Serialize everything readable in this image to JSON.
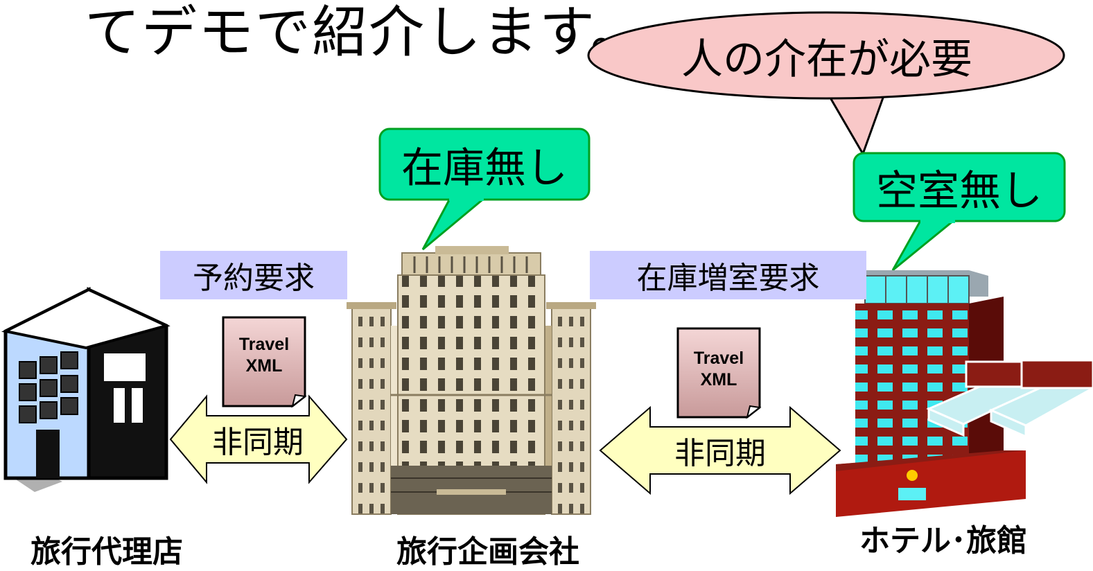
{
  "slide_top_text": "てデモで紹介します。",
  "callout_human": "人の介在が必要",
  "callout_no_stock": "在庫無し",
  "callout_no_vacancy": "空室無し",
  "request_left": "予約要求",
  "request_right": "在庫増室要求",
  "doc_line1": "Travel",
  "doc_line2": "XML",
  "async_label": "非同期",
  "entities": {
    "agency": "旅行代理店",
    "planner": "旅行企画会社",
    "hotel": "ホテル･旅館"
  },
  "colors": {
    "callout_green": "#00e6a0",
    "callout_pink": "#f9c8c8",
    "request_box": "#ccccff",
    "arrow_yellow": "#ffffc0",
    "doc_fill": "#e8b8b8"
  }
}
